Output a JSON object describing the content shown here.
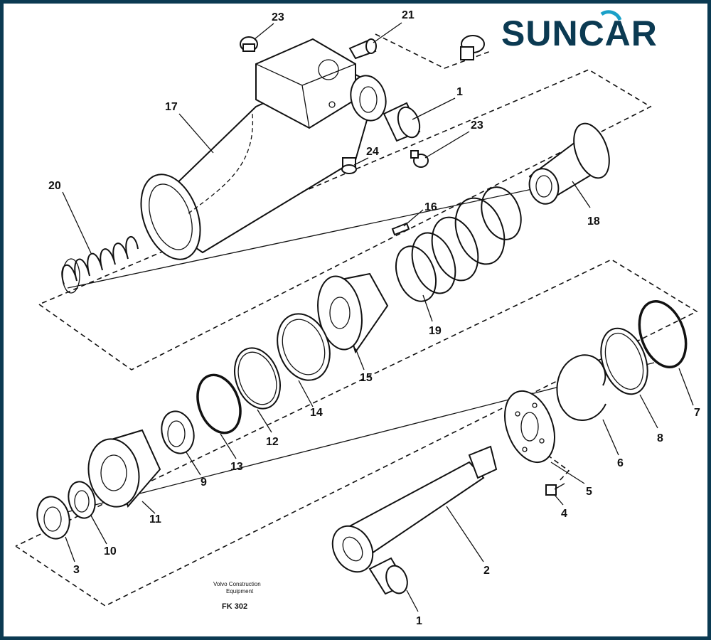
{
  "brand": {
    "logo_text": "SUNCAR",
    "frame_color": "#0b3a52",
    "accent_color": "#1aa0c8"
  },
  "caption": {
    "line1": "Volvo Construction",
    "line2": "Equipment",
    "code": "FK 302"
  },
  "callouts": [
    {
      "id": "c23a",
      "text": "23"
    },
    {
      "id": "c21",
      "text": "21"
    },
    {
      "id": "c1a",
      "text": "1"
    },
    {
      "id": "c23b",
      "text": "23"
    },
    {
      "id": "c17",
      "text": "17"
    },
    {
      "id": "c24",
      "text": "24"
    },
    {
      "id": "c20",
      "text": "20"
    },
    {
      "id": "c16",
      "text": "16"
    },
    {
      "id": "c18",
      "text": "18"
    },
    {
      "id": "c19",
      "text": "19"
    },
    {
      "id": "c15",
      "text": "15"
    },
    {
      "id": "c14",
      "text": "14"
    },
    {
      "id": "c12",
      "text": "12"
    },
    {
      "id": "c13",
      "text": "13"
    },
    {
      "id": "c9",
      "text": "9"
    },
    {
      "id": "c11",
      "text": "11"
    },
    {
      "id": "c10",
      "text": "10"
    },
    {
      "id": "c3",
      "text": "3"
    },
    {
      "id": "c7",
      "text": "7"
    },
    {
      "id": "c8",
      "text": "8"
    },
    {
      "id": "c6",
      "text": "6"
    },
    {
      "id": "c5",
      "text": "5"
    },
    {
      "id": "c4",
      "text": "4"
    },
    {
      "id": "c2",
      "text": "2"
    },
    {
      "id": "c1b",
      "text": "1"
    }
  ]
}
